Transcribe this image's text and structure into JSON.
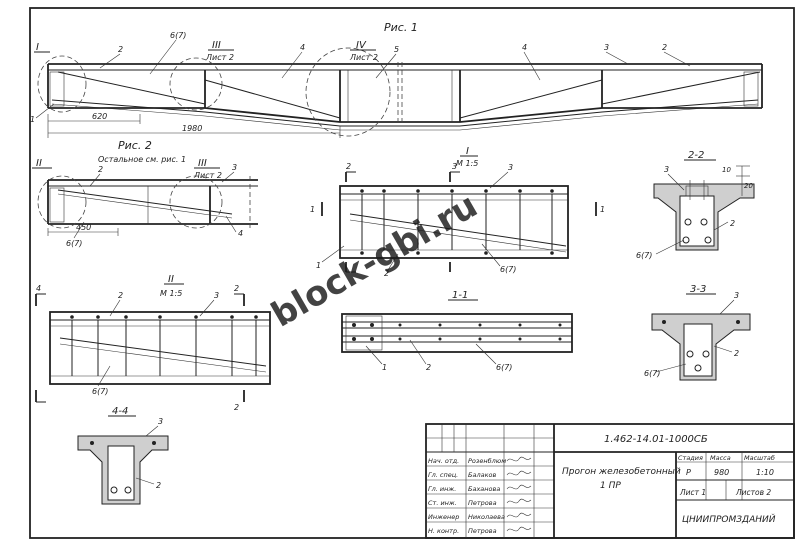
{
  "views": {
    "fig1": {
      "title": "Рис. 1",
      "callout_1": "I",
      "callout_3": "III",
      "callout_3_sheet": "Лист 2",
      "callout_4": "IV",
      "callout_4_sheet": "Лист 2",
      "dim_620": "620",
      "dim_1980": "1980",
      "pos_1": "1",
      "pos_2a": "2",
      "pos_2b": "2",
      "pos_3": "3",
      "pos_4a": "4",
      "pos_4b": "4",
      "pos_5": "5",
      "pos_67": "6(7)"
    },
    "fig2": {
      "title": "Рис. 2",
      "subtitle": "Остальное см. рис. 1",
      "callout_2": "II",
      "callout_3": "III",
      "callout_3_sheet": "Лист 2",
      "dim_450": "450",
      "pos_2": "2",
      "pos_3": "3",
      "pos_4": "4",
      "pos_67": "6(7)"
    },
    "detail_1": {
      "title": "I",
      "scale": "М 1:5",
      "sec_2": "2",
      "sec_3": "3",
      "sec_1": "1",
      "pos_3": "3",
      "pos_1": "1",
      "pos_2": "2",
      "pos_67": "6(7)"
    },
    "detail_2": {
      "title": "II",
      "scale": "М 1:5",
      "sec_4": "4",
      "sec_2": "2",
      "pos_2": "2",
      "pos_3": "3",
      "pos_67": "6(7)"
    },
    "section_11": {
      "title": "1-1",
      "pos_1": "1",
      "pos_2": "2",
      "pos_67": "6(7)"
    },
    "section_22": {
      "title": "2-2",
      "dim_10": "10",
      "dim_20": "20",
      "pos_3": "3",
      "pos_2": "2",
      "pos_67": "6(7)"
    },
    "section_33": {
      "title": "3-3",
      "pos_3": "3",
      "pos_2": "2",
      "pos_67": "6(7)"
    },
    "section_44": {
      "title": "4-4",
      "pos_3": "3",
      "pos_2": "2"
    }
  },
  "title_block": {
    "doc_code": "1.462-14.01-1000СБ",
    "drawing_title_line1": "Прогон железобетонный",
    "drawing_title_line2": "1 ПР",
    "col_stage": "Стадия",
    "col_mass": "Масса",
    "col_scale": "Масштаб",
    "stage": "Р",
    "mass": "980",
    "scale": "1:10",
    "sheet_label": "Лист 1",
    "sheets_label": "Листов 2",
    "organization": "ЦНИИПРОМЗДАНИЙ",
    "signatures": [
      {
        "role": "Нач. отд.",
        "name": "Розенблюм"
      },
      {
        "role": "Гл. спец.",
        "name": "Балаков"
      },
      {
        "role": "Гл. инж.",
        "name": "Баханова"
      },
      {
        "role": "Ст. инж.",
        "name": "Петрова"
      },
      {
        "role": "Инженер",
        "name": "Николаева"
      },
      {
        "role": "Н. контр.",
        "name": "Петрова"
      }
    ]
  },
  "watermark": "block-gbi.ru"
}
